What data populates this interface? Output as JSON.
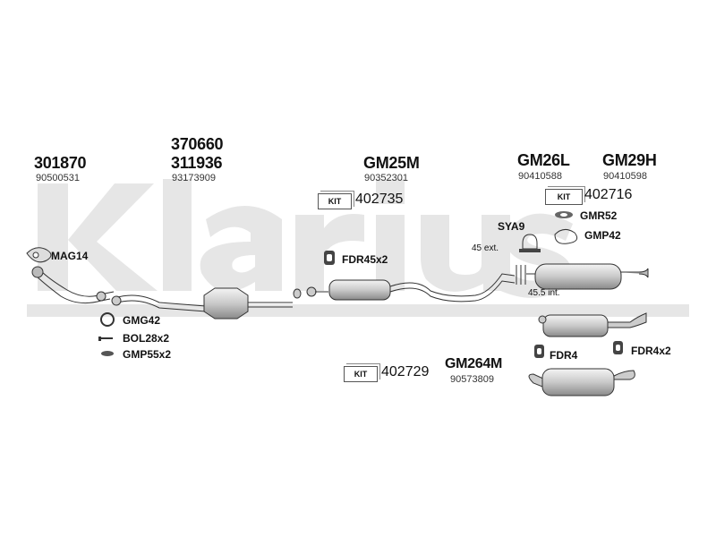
{
  "watermark": "Klarius",
  "header": {
    "col1": {
      "code": "301870",
      "oe": "90500531"
    },
    "col2": {
      "code_top": "370660",
      "code": "311936",
      "oe": "93173909"
    },
    "col3": {
      "code": "GM25M",
      "oe": "90352301"
    },
    "col4": {
      "code": "GM26L",
      "oe": "90410588"
    },
    "col5": {
      "code": "GM29H",
      "oe": "90410598"
    }
  },
  "kits": {
    "kit_label": "KIT",
    "kit1": "402735",
    "kit2": "402716",
    "kit3": "402729"
  },
  "parts": {
    "mag14": "MAG14",
    "gmg42": "GMG42",
    "bol28": "BOL28x2",
    "gmp55": "GMP55x2",
    "fdr45": "FDR45x2",
    "sya9": "SYA9",
    "gmr52": "GMR52",
    "gmp42": "GMP42",
    "ext": "45 ext.",
    "int": "45.5 int.",
    "fdr4": "FDR4",
    "fdr4x2": "FDR4x2"
  },
  "alt_rear": {
    "code": "GM264M",
    "oe": "90573809"
  }
}
